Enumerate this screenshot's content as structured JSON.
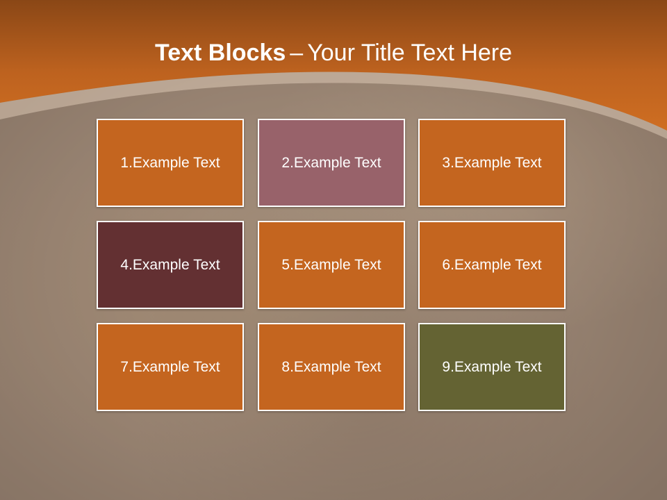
{
  "title": {
    "bold": "Text Blocks",
    "separator": "–",
    "rest": "Your Title Text Here"
  },
  "colors": {
    "orange": "#c4651f",
    "header_orange": "#c8671f",
    "mauve": "#98626a",
    "maroon": "#633032",
    "olive": "#646333",
    "border": "#ffffff"
  },
  "blocks": [
    {
      "label": "1.Example Text",
      "color": "#c4651f"
    },
    {
      "label": "2.Example Text",
      "color": "#98626a"
    },
    {
      "label": "3.Example Text",
      "color": "#c4651f"
    },
    {
      "label": "4.Example Text",
      "color": "#633032"
    },
    {
      "label": "5.Example Text",
      "color": "#c4651f"
    },
    {
      "label": "6.Example Text",
      "color": "#c4651f"
    },
    {
      "label": "7.Example Text",
      "color": "#c4651f"
    },
    {
      "label": "8.Example Text",
      "color": "#c4651f"
    },
    {
      "label": "9.Example Text",
      "color": "#646333"
    }
  ]
}
